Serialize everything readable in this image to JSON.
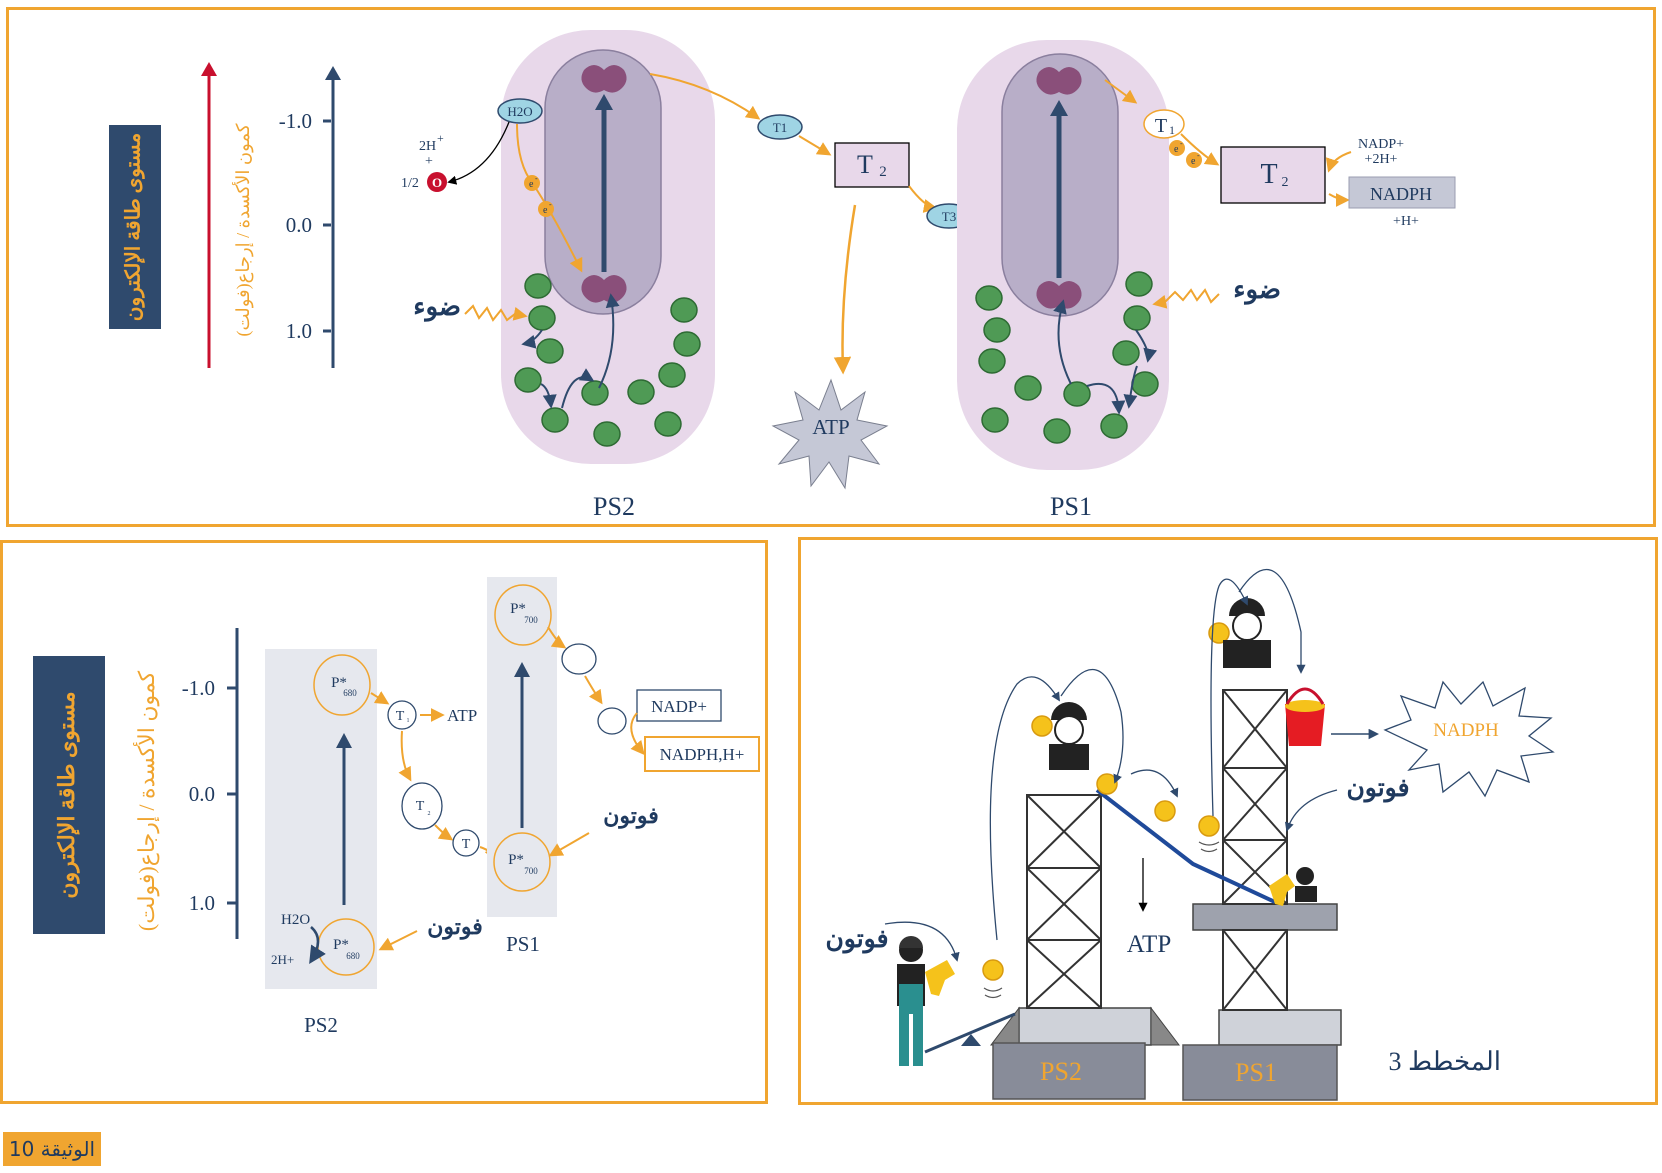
{
  "top": {
    "energy_label": "مستوى طاقة الإلكترون",
    "potential_label": "كمون الأكسدة / إرجاع(فولت)",
    "ticks": [
      "-1.0",
      "0.0",
      "1.0"
    ],
    "h2o": "H2O",
    "two_h": "2H",
    "plus_sup": "+",
    "plus": "+",
    "half": "1/2",
    "o": "O",
    "e": "e",
    "minus": "-",
    "light": "ضوء",
    "t1": "T1",
    "t2": "T",
    "t2_sub": "2",
    "t3": "T3",
    "atp": "ATP",
    "t1p": "T",
    "t1p_sub": "1",
    "t2p": "T",
    "t2p_sub": "2",
    "nadp_plus": "NADP+",
    "two_h_plus": "+2H+",
    "nadph": "NADPH",
    "h_plus": "+H+",
    "ps2": "PS2",
    "ps1": "PS1"
  },
  "bottom_left": {
    "energy_label": "مستوى طاقة الإلكترون",
    "potential_label": "كمون الأكسدة / إرجاع(فولت)",
    "ticks": [
      "-1.0",
      "0.0",
      "1.0"
    ],
    "p": "P*",
    "p680": "680",
    "p700": "700",
    "t": "T",
    "t1_sub": "1",
    "t2_sub": "2",
    "atp": "ATP",
    "nadp_plus": "NADP+",
    "nadph_h": "NADPH,H+",
    "photon": "فوتون",
    "h2o": "H2O",
    "two_h_plus": "2H+",
    "ps1": "PS1",
    "ps2": "PS2"
  },
  "bottom_right": {
    "nadph": "NADPH",
    "photon": "فوتون",
    "atp": "ATP",
    "ps2": "PS2",
    "ps1": "PS1",
    "scheme": "المخطط 3"
  },
  "doc_label": "الوثيقة 10",
  "colors": {
    "orange": "#f0a530",
    "navy": "#2f4a6d",
    "red": "#c8102e",
    "green": "#4f9a55",
    "lilac": "#e8d8ea",
    "inner": "#b8aec8",
    "cyan": "#9fd4e4"
  }
}
